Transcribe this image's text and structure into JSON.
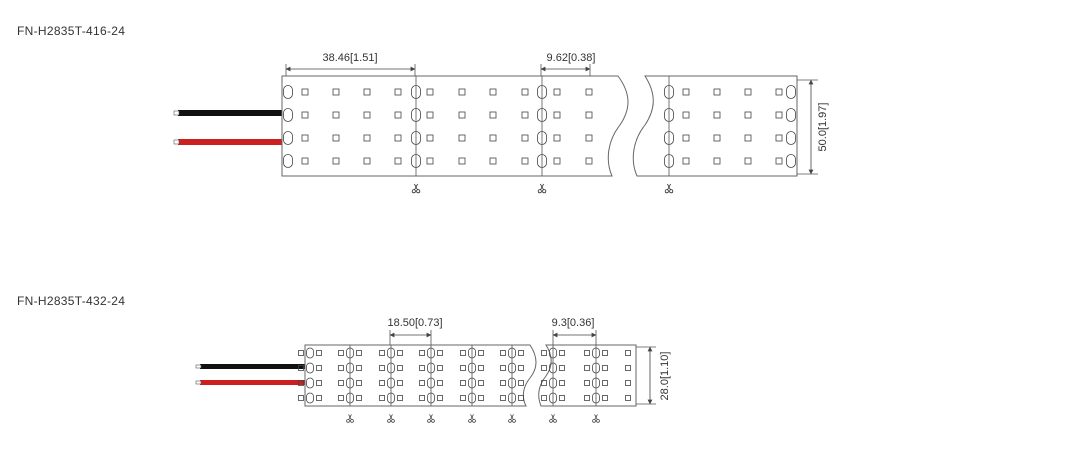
{
  "strips": [
    {
      "model": "FN-H2835T-416-24",
      "dim_segment": "38.46[1.51]",
      "dim_pitch": "9.62[0.38]",
      "dim_width": "50.0[1.97]",
      "wire_colors": [
        "#111111",
        "#cc1f1f"
      ]
    },
    {
      "model": "FN-H2835T-432-24",
      "dim_segment": "18.50[0.73]",
      "dim_pitch": "9.3[0.36]",
      "dim_width": "28.0[1.10]",
      "wire_colors": [
        "#111111",
        "#cc1f1f"
      ]
    }
  ],
  "icons": {
    "cut_mark": "scissors-icon"
  }
}
